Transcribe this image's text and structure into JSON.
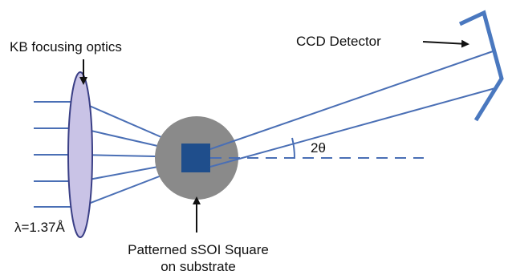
{
  "labels": {
    "optics": "KB focusing optics",
    "detector": "CCD Detector",
    "angle": "2θ",
    "wavelength": "λ=1.37Å",
    "sample_line1": "Patterned sSOI Square",
    "sample_line2": "on substrate"
  },
  "colors": {
    "beam": "#4a6fb5",
    "lens_fill": "#c9c3e6",
    "lens_stroke": "#3a3f86",
    "substrate": "#8a8a8a",
    "square": "#1f4e8c",
    "detector": "#4a78bf",
    "arrow": "#111111",
    "text": "#111111"
  }
}
